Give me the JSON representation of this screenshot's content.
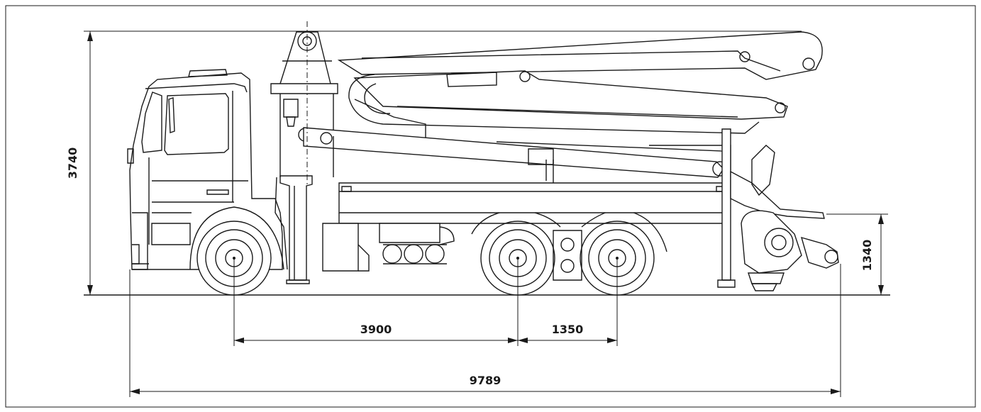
{
  "drawing": {
    "subject": "truck-mounted concrete pump",
    "units": "mm"
  },
  "dimensions": {
    "overall_height": "3740",
    "hopper_height": "1340",
    "wheelbase_front": "3900",
    "axle_spacing": "1350",
    "overall_length": "9789"
  },
  "colors": {
    "line": "#1a1a1a",
    "background": "#ffffff"
  }
}
